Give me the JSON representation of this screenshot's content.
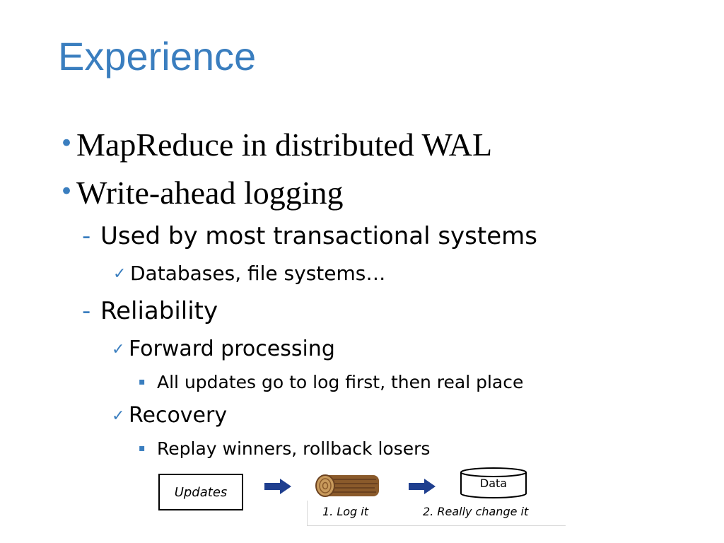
{
  "slide": {
    "title": "Experience",
    "bullets": [
      {
        "mark": "•",
        "text": "MapReduce in distributed WAL"
      },
      {
        "mark": "•",
        "text": "Write-ahead logging"
      }
    ],
    "sub1": {
      "mark": "-",
      "text": "Used by most transactional systems"
    },
    "sub1_check": {
      "mark": "✓",
      "text": "Databases, file systems…"
    },
    "sub2": {
      "mark": "-",
      "text": "Reliability"
    },
    "sub2_check1": {
      "mark": "✓",
      "text": "Forward processing"
    },
    "sub2_check1_item": {
      "mark": "▪",
      "text": "All updates go to log first, then real place"
    },
    "sub2_check2": {
      "mark": "✓",
      "text": "Recovery"
    },
    "sub2_check2_item": {
      "mark": "▪",
      "text": "Replay winners, rollback losers"
    }
  },
  "diagram": {
    "updates_label": "Updates",
    "data_label": "Data",
    "step1": "1. Log it",
    "step2": "2. Really change it",
    "arrow_icon": "right-arrow-icon",
    "log_icon": "wooden-log-icon",
    "data_icon": "database-cylinder-icon",
    "colors": {
      "title": "#3a7ebf",
      "arrow": "#1f3f8f",
      "log_wood": "#8a5a2b"
    }
  }
}
